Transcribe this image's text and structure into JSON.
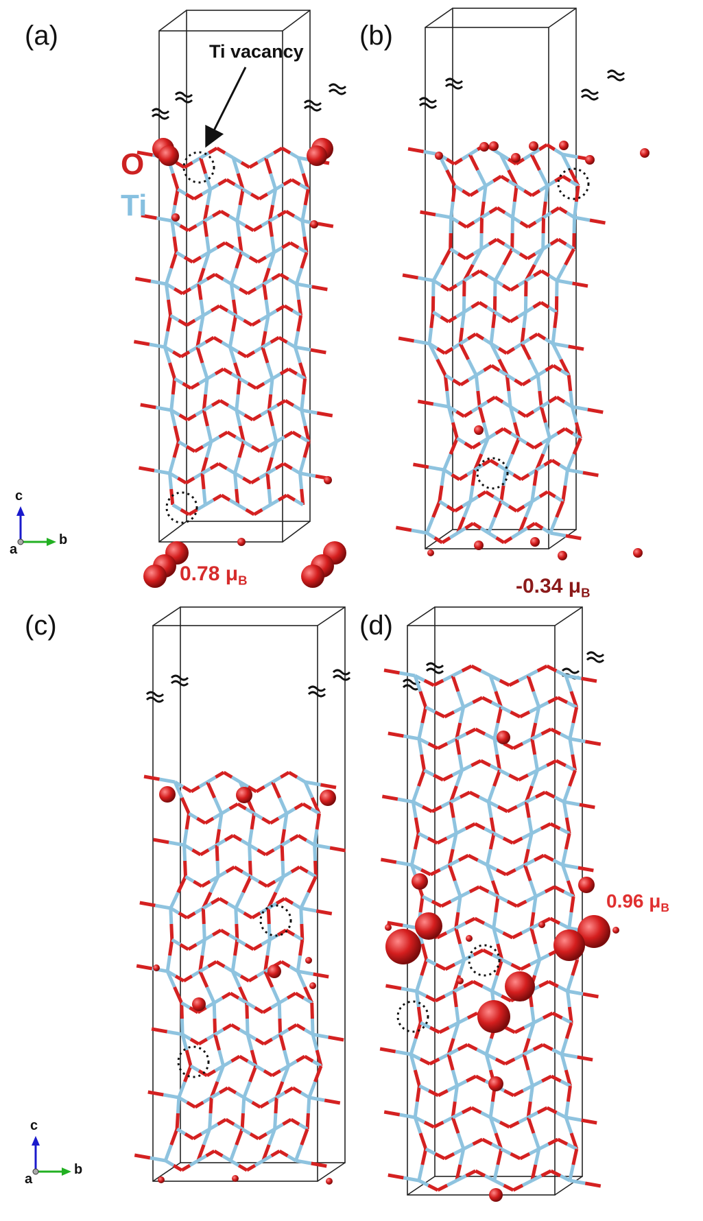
{
  "panels": [
    {
      "id": "a",
      "label": "(a)",
      "moment_text": "0.78 μ",
      "moment_sub": "B",
      "moment_color": "#d62b2b"
    },
    {
      "id": "b",
      "label": "(b)",
      "moment_text": "-0.34 μ",
      "moment_sub": "B",
      "moment_color": "#8b1a1a"
    },
    {
      "id": "c",
      "label": "(c)"
    },
    {
      "id": "d",
      "label": "(d)",
      "moment_text": "0.96 μ",
      "moment_sub": "B",
      "moment_color": "#e03030"
    }
  ],
  "legend": {
    "o_label": "O",
    "o_color": "#cc2222",
    "ti_label": "Ti",
    "ti_color": "#87c0e0"
  },
  "annotation": {
    "ti_vacancy": "Ti vacancy"
  },
  "axes": {
    "c": "c",
    "a": "a",
    "b": "b",
    "c_color": "#1a1acc",
    "b_color": "#22b022"
  },
  "colors": {
    "oxygen": "#d42121",
    "titanium": "#8ec3df",
    "cell": "#222222"
  }
}
